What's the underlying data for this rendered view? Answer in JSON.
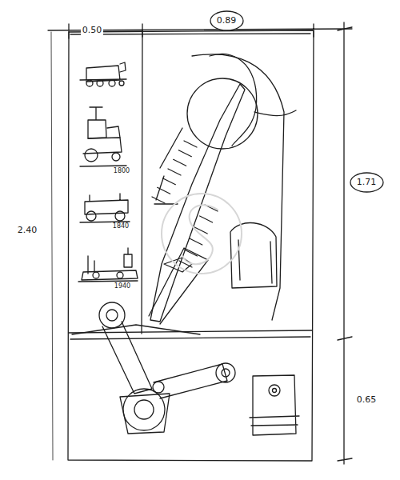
{
  "diagram": {
    "nodes": [
      {
        "text": [
          "0.89"
        ]
      },
      {
        "text": [
          "1.71"
        ]
      }
    ],
    "labels": [
      "0.50",
      "2.40",
      "1800",
      "1840",
      "1940",
      "0.65"
    ]
  }
}
